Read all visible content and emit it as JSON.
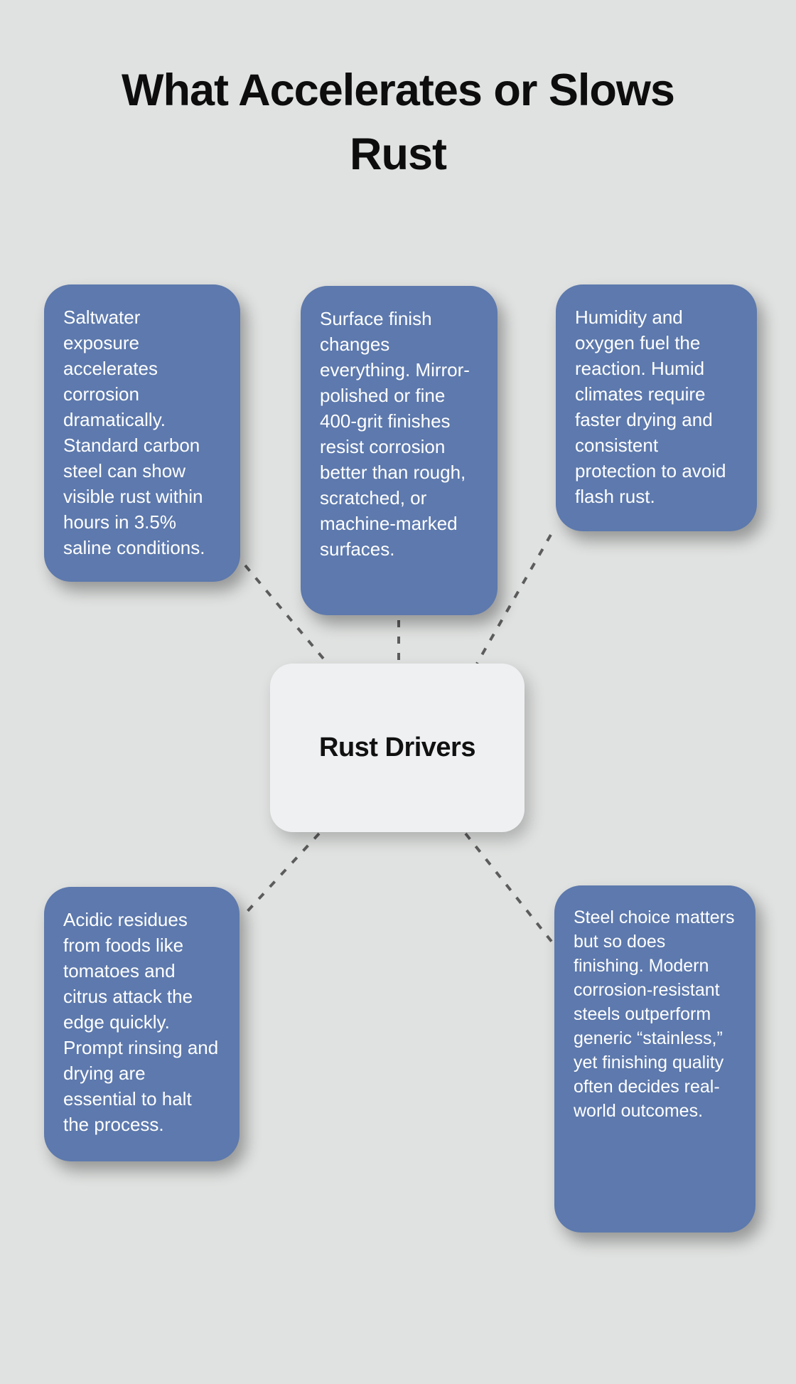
{
  "title": "What Accelerates or Slows Rust",
  "center_node": {
    "label": "Rust Drivers"
  },
  "factor_nodes": [
    {
      "id": "saltwater",
      "text": "Saltwater exposure accelerates corrosion dramatically. Standard carbon steel can show visible rust within hours in 3.5% saline conditions."
    },
    {
      "id": "surface-finish",
      "text": "Surface finish changes everything. Mirror-polished or fine 400-grit finishes resist corrosion better than rough, scratched, or machine-marked surfaces."
    },
    {
      "id": "humidity",
      "text": "Humidity and oxygen fuel the reaction. Humid climates require faster drying and consistent protection to avoid flash rust."
    },
    {
      "id": "acidic-residues",
      "text": "Acidic residues from foods like tomatoes and citrus attack the edge quickly. Prompt rinsing and drying are essential to halt the process."
    },
    {
      "id": "steel-choice",
      "text": "Steel choice matters but so does finishing. Modern corrosion-resistant steels outperform generic “stainless,” yet finishing quality often decides real-world outcomes."
    }
  ],
  "colors": {
    "background": "#e0e2e1",
    "node_fill": "#5d79ad",
    "node_text": "#ffffff",
    "center_fill": "#eef0f2",
    "center_text": "#111111",
    "connector": "#5c5c5c",
    "title_text": "#0d0d0d"
  }
}
